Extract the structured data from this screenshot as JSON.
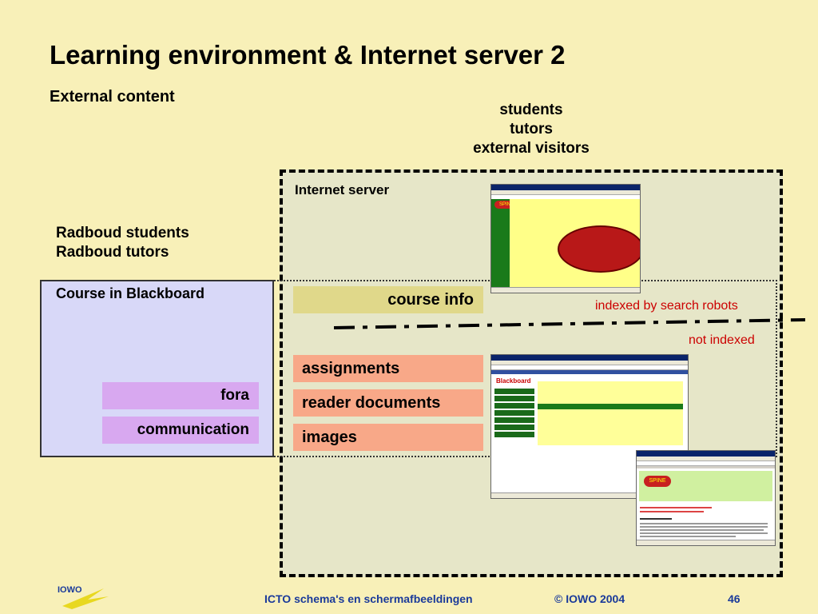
{
  "slide": {
    "title": "Learning environment & Internet server 2",
    "subtitle": "External content"
  },
  "audience": {
    "external": [
      "students",
      "tutors",
      "external visitors"
    ],
    "radboud": [
      "Radboud students",
      "Radboud tutors"
    ]
  },
  "server": {
    "label": "Internet server"
  },
  "blackboard": {
    "label": "Course in Blackboard",
    "items": [
      "fora",
      "communication"
    ]
  },
  "content": {
    "indexed_item": "course info",
    "non_indexed_items": [
      "assignments",
      "reader documents",
      "images"
    ],
    "indexed_label": "indexed by search robots",
    "not_indexed_label": "not indexed"
  },
  "screenshots": {
    "spine_logo": "SPINE",
    "blackboard_logo": "Blackboard"
  },
  "footer": {
    "left": "ICTO schema's en schermafbeeldingen",
    "center": "© IOWO 2004",
    "page": "46",
    "logo_text": "IOWO"
  },
  "colors": {
    "background": "#f8f0b8",
    "server_box": "#e6e6c8",
    "blackboard_box": "#d8d8f8",
    "fora_items": "#d8a8f0",
    "indexed_item": "#e0d88a",
    "non_indexed_items": "#f8a888",
    "robot_labels": "#cc0000",
    "footer_text": "#1a3a9a"
  }
}
